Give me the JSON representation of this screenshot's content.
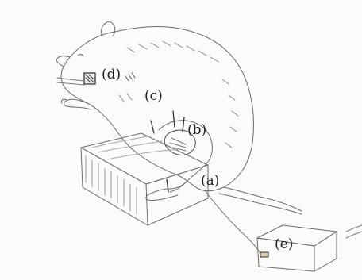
{
  "labels": {
    "a": "(a)",
    "b": "(b)",
    "c": "(c)",
    "d": "(d)",
    "e": "(e)"
  },
  "colors": {
    "pencil": "#6b6b6b",
    "pencil_dark": "#3a3a3a",
    "paper": "#fbfbfa"
  }
}
